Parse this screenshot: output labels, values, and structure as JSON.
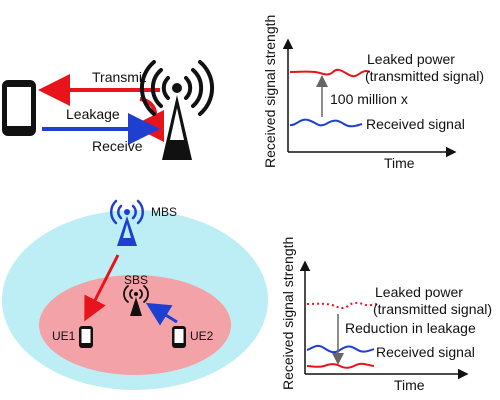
{
  "top_diagram": {
    "transmit_label": "Transmit",
    "leakage_label": "Leakage",
    "receive_label": "Receive"
  },
  "top_chart": {
    "ylabel": "Received signal strength",
    "xlabel": "Time",
    "leaked_label_line1": "Leaked power",
    "leaked_label_line2": "(transmitted signal)",
    "ratio_label": "100 million x",
    "received_label": "Received signal"
  },
  "network_diagram": {
    "mbs_label": "MBS",
    "sbs_label": "SBS",
    "ue1_label": "UE1",
    "ue2_label": "UE2"
  },
  "bottom_chart": {
    "ylabel": "Received signal strength",
    "xlabel": "Time",
    "leaked_label_line1": "Leaked power",
    "leaked_label_line2": "(transmitted signal)",
    "reduction_label": "Reduction in leakage",
    "received_label": "Received signal"
  },
  "colors": {
    "transmit": "#e8141b",
    "receive": "#1f3fd0",
    "macro_cell": "#bdeef5",
    "small_cell": "#f3a3a8",
    "tower": "#111111"
  },
  "icons": [
    "smartphone-icon",
    "cell-tower-icon",
    "macro-base-station-icon",
    "small-base-station-icon"
  ]
}
